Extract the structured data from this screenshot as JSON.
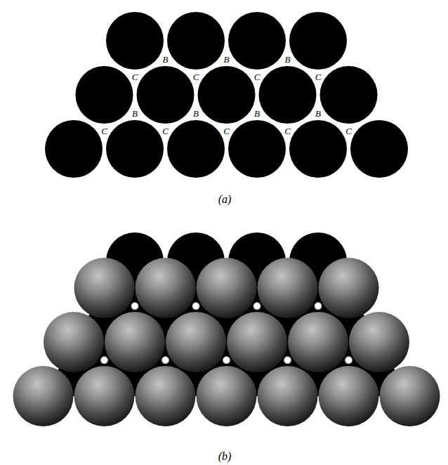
{
  "diagram": {
    "labels": [
      "B",
      "B",
      "B",
      "C",
      "C",
      "C",
      "C",
      "B",
      "B",
      "B",
      "B",
      "C",
      "C",
      "C",
      "C",
      "C",
      "(a)",
      "(b)"
    ]
  }
}
